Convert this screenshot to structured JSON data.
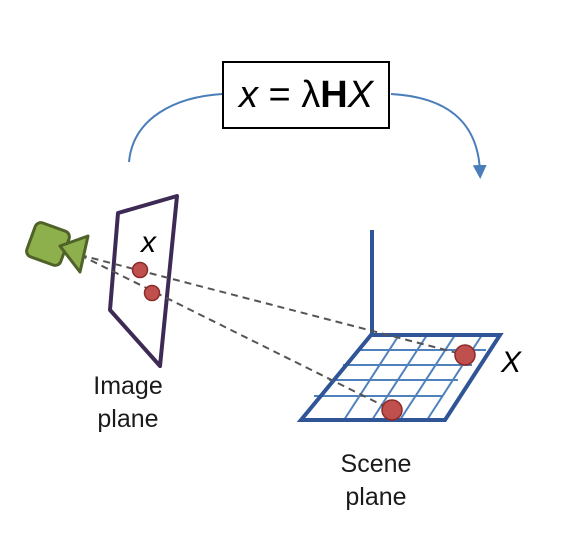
{
  "equation": {
    "lhs": "x",
    "equals": " = ",
    "scale": "λ",
    "matrix": "H",
    "rhs": "X"
  },
  "labels": {
    "image_point": "x",
    "scene_point": "X",
    "image_plane_line1": "Image",
    "image_plane_line2": "plane",
    "scene_plane_line1": "Scene",
    "scene_plane_line2": "plane"
  },
  "icons": {
    "camera": "video-camera-icon"
  },
  "colors": {
    "arrow": "#4a7ebb",
    "image_plane": "#3d2b56",
    "scene_plane": "#2f5597",
    "scene_grid": "#4f81bd",
    "points": "#c0504d",
    "point_outline": "#8c2b29",
    "camera_fill": "#8db04d",
    "camera_outline": "#4f6228",
    "rays": "#555555"
  }
}
